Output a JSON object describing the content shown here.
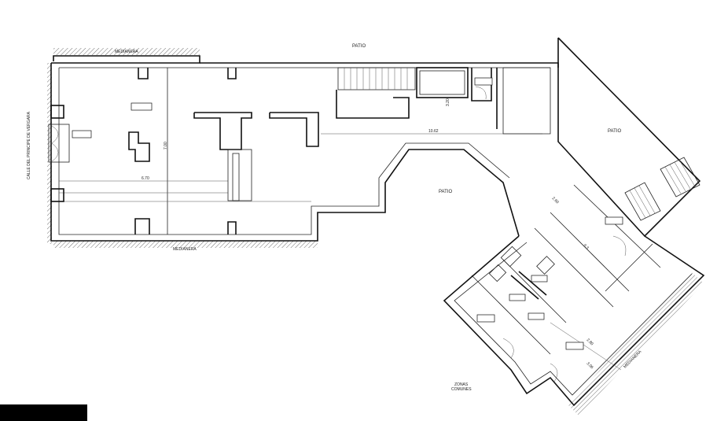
{
  "labels": {
    "patio_top": "PATIO",
    "patio_center": "PATIO",
    "patio_right": "PATIO",
    "street": "CALLE DEL PRINCIPE DE VERGARA",
    "neighbor_top": "MEDIANERA",
    "neighbor_bottom": "MEDIANERA",
    "neighbor_right": "MEDIANERA",
    "common_zones_1": "ZONAS",
    "common_zones_2": "COMUNES"
  },
  "dimensions": {
    "d_6_70": "6.70",
    "d_7_00": "7.00",
    "d_10_62": "10.62",
    "d_3_20": "3.20",
    "d_9_3": "9.3",
    "d_2_60": "2.60",
    "d_2_80": "2.80",
    "d_3_06": "3.06"
  }
}
